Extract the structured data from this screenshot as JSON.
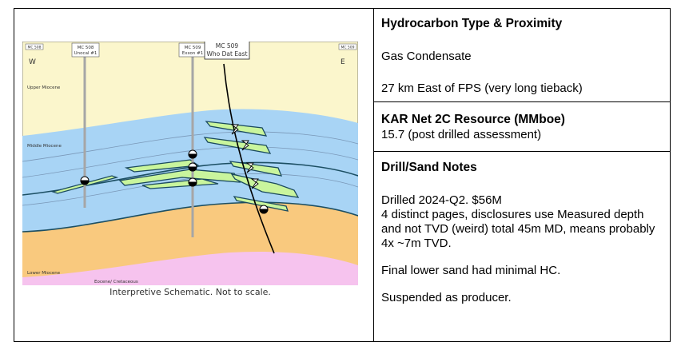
{
  "schematic": {
    "caption": "Interpretive Schematic. Not to scale.",
    "west_label": "W",
    "east_label": "E",
    "corner_left_tag": "MC 508",
    "corner_right_tag": "MC 509",
    "wells": [
      {
        "line1": "MC 508",
        "line2": "Unocal #1"
      },
      {
        "line1": "MC 509",
        "line2": "Exxon #1"
      },
      {
        "line1": "MC 509",
        "line2": "Who Dat East"
      }
    ],
    "strata": {
      "upper": "Upper Miocene",
      "middle": "Middle Miocene",
      "lower": "Lower Miocene",
      "eocene": "Eocene/ Cretaceous"
    },
    "colors": {
      "upper_miocene": "#fbf6cc",
      "middle_miocene": "#a8d4f5",
      "lower_miocene": "#f9c97e",
      "eocene": "#f6c3ee",
      "sand": "#c9f59d",
      "sand_edge": "#1b4a5e",
      "well": "#a6a6a6"
    }
  },
  "table": {
    "row1": {
      "heading": "Hydrocarbon Type & Proximity",
      "line1": "Gas Condensate",
      "line2": "27 km East of FPS (very long tieback)"
    },
    "row2": {
      "heading": "KAR Net 2C Resource (MMboe)",
      "line1": "15.7 (post drilled assessment)"
    },
    "row3": {
      "heading": "Drill/Sand Notes",
      "line1": "Drilled 2024-Q2. $56M",
      "line2": "4 distinct pages, disclosures use Measured depth and not TVD (weird) total 45m MD, means probably 4x ~7m TVD.",
      "line3": "Final lower sand had minimal HC.",
      "line4": "Suspended as producer."
    }
  }
}
